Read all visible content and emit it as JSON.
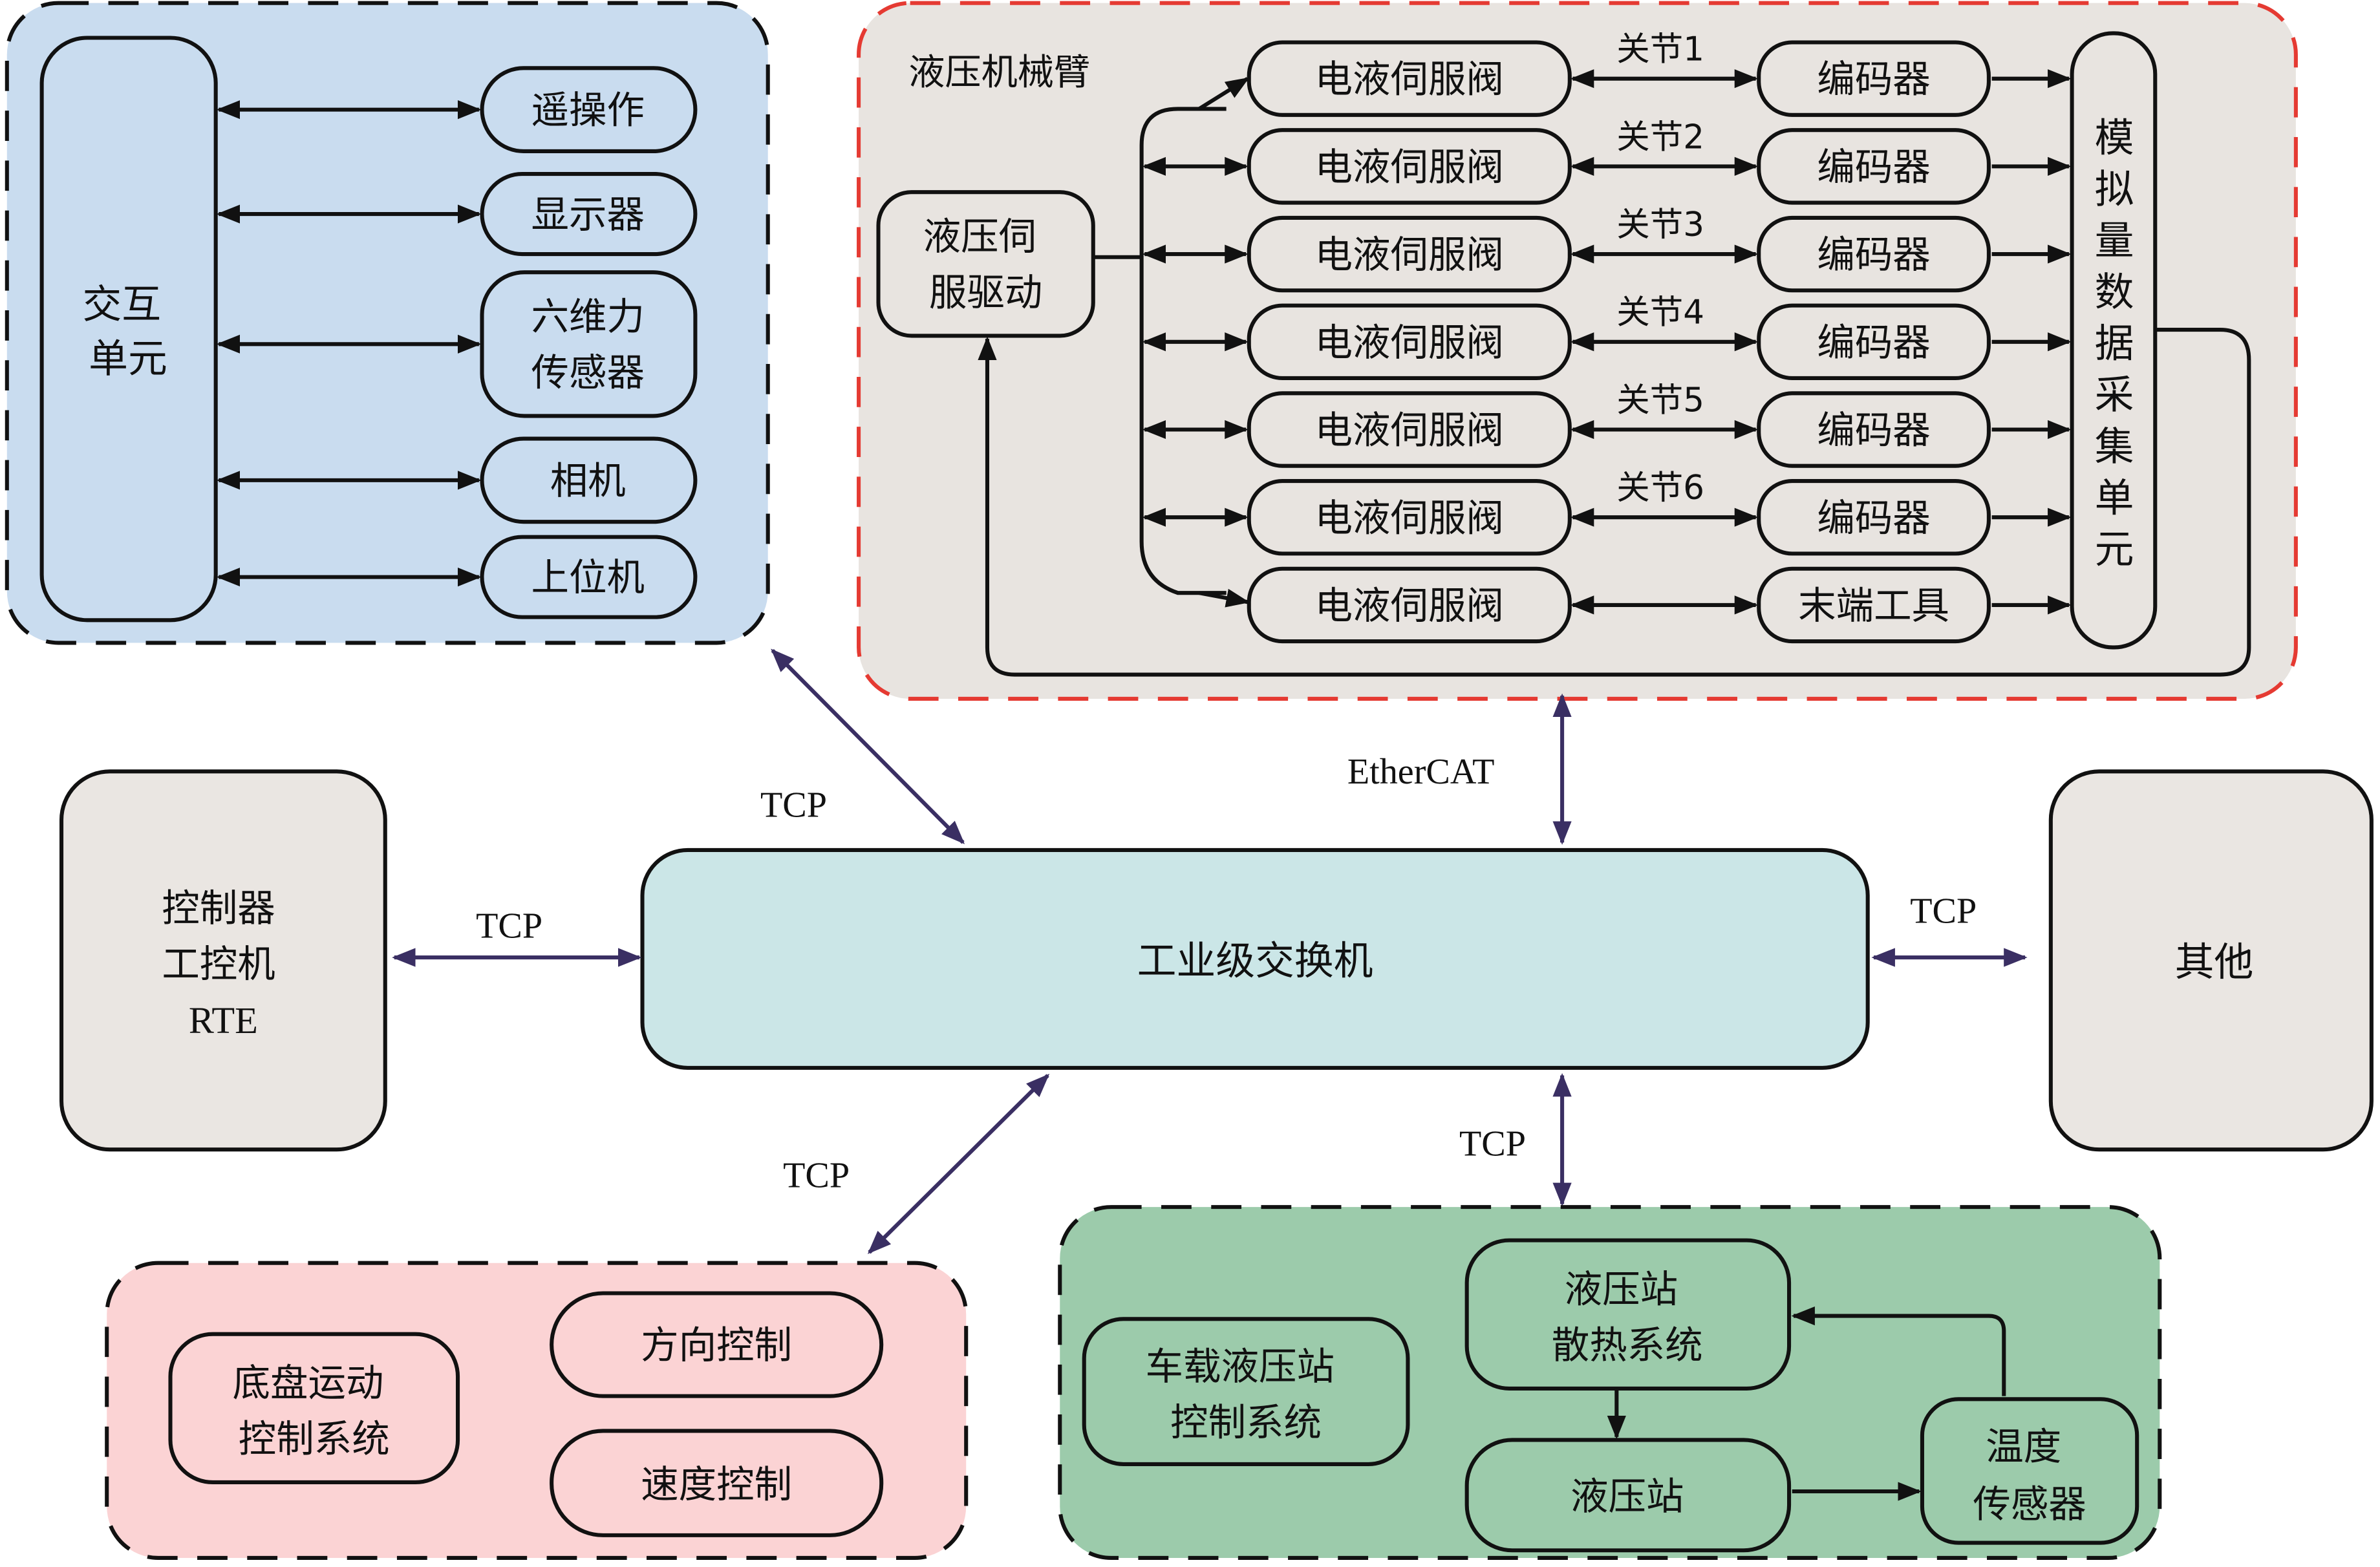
{
  "colors": {
    "interaction_group_fill": "#c9dcef",
    "arm_group_fill": "#e8e4e0",
    "arm_group_border": "#e53a32",
    "chassis_group_fill": "#fbd3d4",
    "hydraulic_group_fill": "#9ccbab",
    "switch_fill": "#cbe6e7",
    "side_box_fill": "#eae6e2",
    "network_arrow": "#3a2f63"
  },
  "interaction": {
    "main_label": [
      "交互",
      "单元"
    ],
    "items": [
      {
        "label": [
          "遥操作"
        ]
      },
      {
        "label": [
          "显示器"
        ]
      },
      {
        "label": [
          "六维力",
          "传感器"
        ]
      },
      {
        "label": [
          "相机"
        ]
      },
      {
        "label": [
          "上位机"
        ]
      }
    ]
  },
  "arm": {
    "title": "液压机械臂",
    "driver_label": [
      "液压伺",
      "服驱动"
    ],
    "valve_label": "电液伺服阀",
    "rows": [
      {
        "joint": "关节1",
        "device": "编码器"
      },
      {
        "joint": "关节2",
        "device": "编码器"
      },
      {
        "joint": "关节3",
        "device": "编码器"
      },
      {
        "joint": "关节4",
        "device": "编码器"
      },
      {
        "joint": "关节5",
        "device": "编码器"
      },
      {
        "joint": "关节6",
        "device": "编码器"
      },
      {
        "joint": "",
        "device": "末端工具"
      }
    ],
    "daq_label": [
      "模",
      "拟",
      "量",
      "数",
      "据",
      "采",
      "集",
      "单",
      "元"
    ]
  },
  "controller": {
    "label": [
      "控制器",
      "工控机",
      "RTE"
    ]
  },
  "switch": {
    "label": "工业级交换机"
  },
  "other": {
    "label": "其他"
  },
  "links": {
    "interaction": "TCP",
    "arm": "EtherCAT",
    "controller": "TCP",
    "other": "TCP",
    "chassis": "TCP",
    "hydraulic": "TCP"
  },
  "chassis": {
    "main_label": [
      "底盘运动",
      "控制系统"
    ],
    "direction": "方向控制",
    "speed": "速度控制"
  },
  "hydraulic": {
    "control_label": [
      "车载液压站",
      "控制系统"
    ],
    "cooling_label": [
      "液压站",
      "散热系统"
    ],
    "station_label": "液压站",
    "temp_label": [
      "温度",
      "传感器"
    ]
  }
}
